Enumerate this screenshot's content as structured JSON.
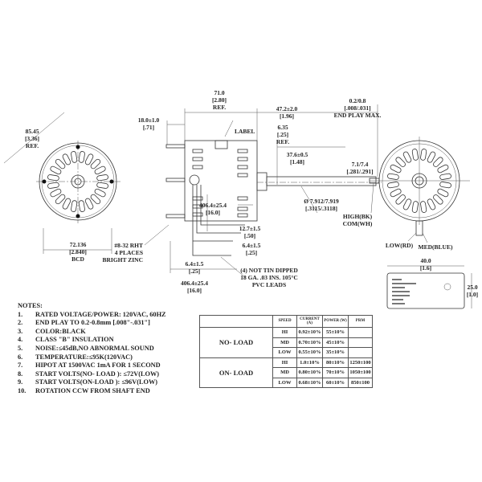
{
  "front_view": {
    "diameter_ref": [
      "85.45",
      "[3.36]",
      "REF."
    ],
    "bcd": [
      "72.136",
      "[2.840]",
      "BCD"
    ]
  },
  "side_view": {
    "stud_offset": [
      "18.0±1.0",
      "[.71]"
    ],
    "body_length": [
      "71.0",
      "[2.80]",
      "REF."
    ],
    "shaft_length": [
      "47.2±2.0",
      "[1.96]"
    ],
    "end_play": [
      "0.2/0.8",
      "[.008/.031]",
      "END PLAY MAX."
    ],
    "label_callout": "LABEL",
    "boss": [
      "6.35",
      "[.25]",
      "REF."
    ],
    "flat_length": [
      "37.6±0.5",
      "[1.48]"
    ],
    "flat_depth": [
      "7.1/7.4",
      "[.281/.291]"
    ],
    "shaft_dia": [
      "Ø 7.912/7.919",
      "[.3115/.3118]"
    ],
    "lead_length_inner": [
      "406.4±25.4",
      "[16.0]"
    ],
    "strip_1": [
      "12.7±1.5",
      "[.50]"
    ],
    "strip_2": [
      "6.4±1.5",
      "[.25]"
    ],
    "strip_3": [
      "6.4±1.5",
      "[.25]"
    ],
    "lead_length_outer": [
      "406.4±25.4",
      "[16.0]"
    ],
    "studs": [
      "#8-32 RHT",
      "4 PLACES",
      "BRIGHT ZINC"
    ],
    "leads": [
      "(4) NOT TIN DIPPED",
      "18 GA. .03 INS. 105°C",
      "PVC LEADS"
    ]
  },
  "rear_view": {
    "wires": [
      "HIGH(BK)",
      "COM(WH)",
      "LOW(RD)",
      "MED(BLUE)"
    ]
  },
  "label_plate": {
    "width": [
      "40.0",
      "[1.6]"
    ],
    "height": [
      "25.0",
      "[1.0]"
    ]
  },
  "notes": {
    "title": "NOTES:",
    "items": [
      "RATED VOLTAGE/POWER: 120VAC, 60HZ",
      "END PLAY TO 0.2-0.8mm [.008\"-.031\"]",
      "COLOR:BLACK",
      "CLASS \"B\" INSULATION",
      "NOISE:≤45dB,NO ABNORMAL SOUND",
      "TEMPERATURE:≤95K(120VAC)",
      "HIPOT AT 1500VAC 1mA FOR 1 SECOND",
      "START VOLTS(NO- LOAD ): ≤72V(LOW)",
      "START VOLTS(ON-LOAD ): ≤96V(LOW)",
      "ROTATION CCW FROM SHAFT END"
    ]
  },
  "spec_table": {
    "headers": [
      "SPEED",
      "CURRENT (A)",
      "POWER (W)",
      "PRM"
    ],
    "groups": [
      {
        "label": "NO- LOAD",
        "rows": [
          [
            "HI",
            "0.92±10%",
            "55±10%",
            ""
          ],
          [
            "MD",
            "0.70±10%",
            "45±10%",
            ""
          ],
          [
            "LOW",
            "0.55±10%",
            "35±10%",
            ""
          ]
        ]
      },
      {
        "label": "ON- LOAD",
        "rows": [
          [
            "HI",
            "1.0±10%",
            "80±10%",
            "1250±100"
          ],
          [
            "MD",
            "0.80±10%",
            "70±10%",
            "1050±100"
          ],
          [
            "LOW",
            "0.68±10%",
            "60±10%",
            "850±100"
          ]
        ]
      }
    ]
  }
}
